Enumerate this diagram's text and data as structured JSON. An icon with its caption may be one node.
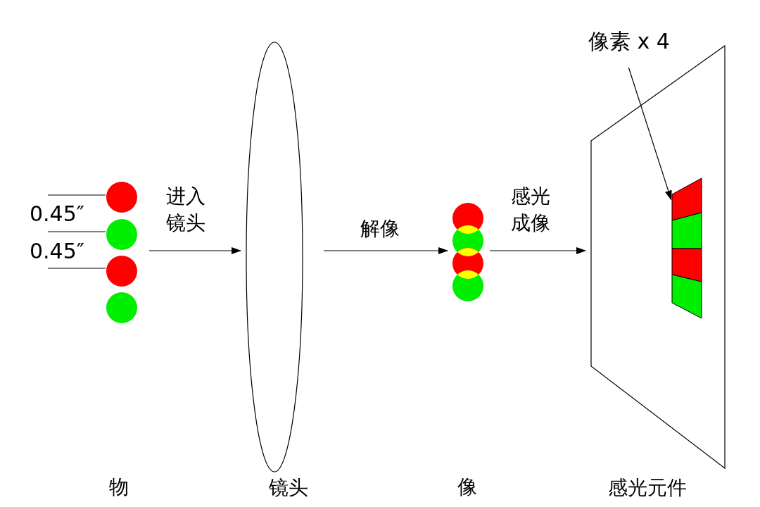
{
  "diagram": {
    "nodes": [
      {
        "text": [
          "物"
        ]
      },
      {
        "text": [
          "镜头"
        ]
      },
      {
        "text": [
          "像"
        ]
      },
      {
        "text": [
          "感光元件"
        ]
      },
      {
        "text": [
          "像素 x 4"
        ]
      },
      {
        "text": [],
        "shape": "bar",
        "in": 3
      }
    ],
    "edges": [
      {
        "from": 0,
        "to": 1,
        "arrow": "to",
        "label": "进入镜头"
      },
      {
        "from": 1,
        "to": 2,
        "arrow": "to",
        "label": "解像"
      },
      {
        "from": 2,
        "to": 3,
        "arrow": "to",
        "label": "感光成像"
      },
      {
        "from": 4,
        "to": 5,
        "arrow": "to"
      }
    ],
    "labels": [
      "0.45″",
      "0.45″"
    ]
  }
}
